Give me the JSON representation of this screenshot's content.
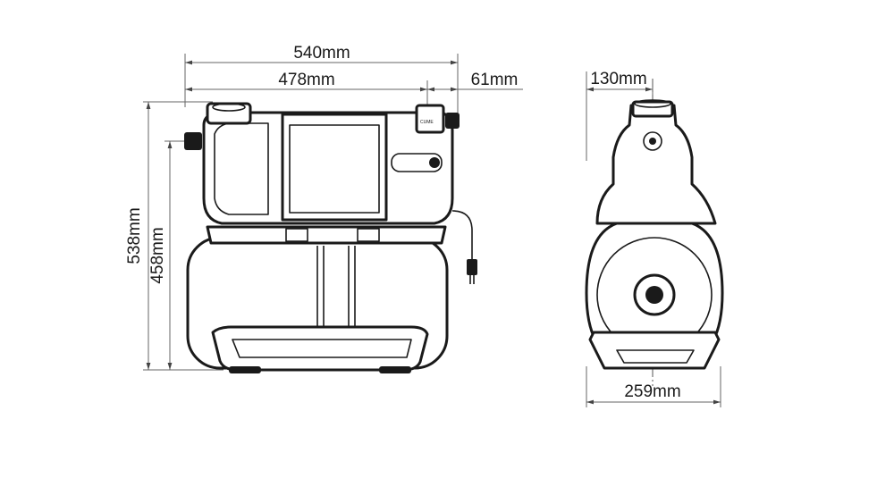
{
  "dimensions": {
    "overall_length": "540mm",
    "body_length": "478mm",
    "outlet_offset": "61mm",
    "overall_height": "538mm",
    "tank_height": "458mm",
    "top_width": "130mm",
    "base_width": "259mm"
  },
  "labels": {
    "outlet_fitting": "CUME"
  }
}
